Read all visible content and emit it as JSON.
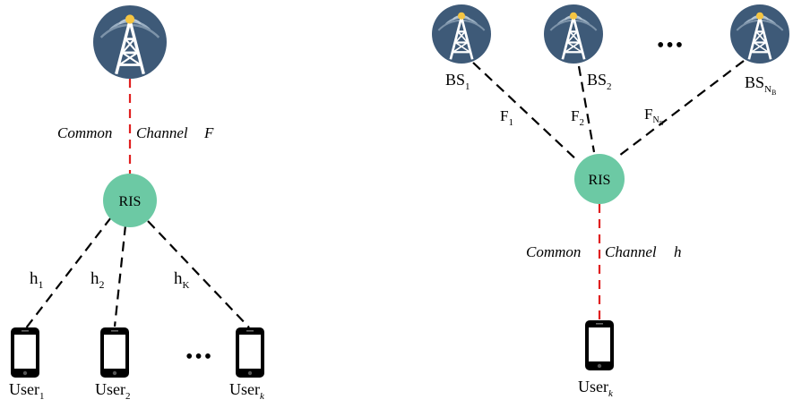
{
  "colors": {
    "ris_fill": "#6cc9a4",
    "tower_bg": "#3e5a78",
    "red_link": "#e02020",
    "black_link": "#000000"
  },
  "left": {
    "common_channel_label": "Common Channel F",
    "common_channel_parts": [
      "Common",
      "Channel",
      "F"
    ],
    "ris_label": "RIS",
    "links": [
      {
        "base": "h",
        "sub": "1"
      },
      {
        "base": "h",
        "sub": "2"
      },
      {
        "base": "h",
        "sub": "K"
      }
    ],
    "users": [
      {
        "base": "User",
        "sub": "1"
      },
      {
        "base": "User",
        "sub": "2"
      },
      {
        "base": "User",
        "sub": "k"
      }
    ],
    "ellipsis": "•••"
  },
  "right": {
    "base_stations": [
      {
        "base": "BS",
        "sub": "1"
      },
      {
        "base": "BS",
        "sub": "2"
      },
      {
        "base": "BS",
        "sub": "N",
        "subsub": "B"
      }
    ],
    "links": [
      {
        "base": "F",
        "sub": "1"
      },
      {
        "base": "F",
        "sub": "2"
      },
      {
        "base": "F",
        "sub": "N",
        "subsub": "B"
      }
    ],
    "ellipsis": "•••",
    "ris_label": "RIS",
    "common_channel_label": "Common Channel h",
    "common_channel_parts": [
      "Common",
      "Channel",
      "h"
    ],
    "user": {
      "base": "User",
      "sub": "k"
    }
  },
  "icons": {
    "tower": "cell-tower-icon",
    "phone": "smartphone-icon"
  }
}
